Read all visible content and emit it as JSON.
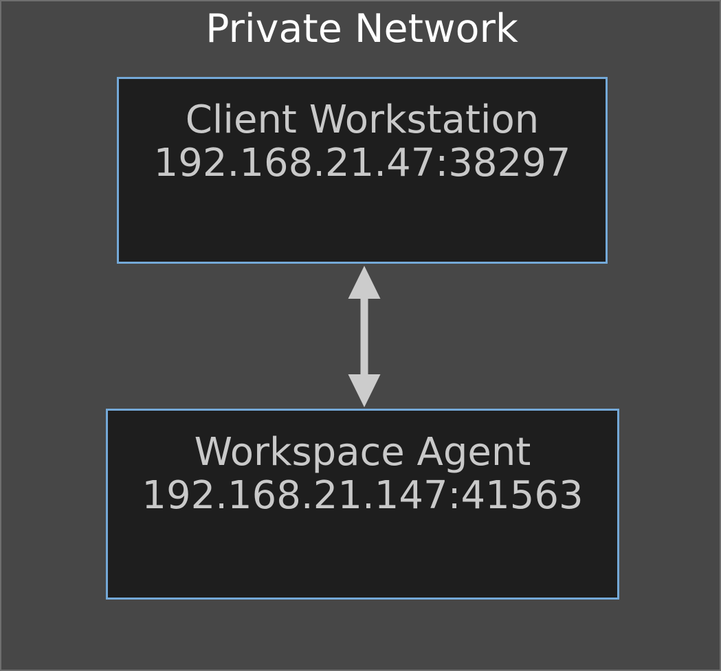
{
  "diagram": {
    "title": "Private Network",
    "background_color": "#474747",
    "outer_border_color": "#6e6e6e",
    "title_color": "#ffffff",
    "node_fill_color": "#1e1e1e",
    "node_border_color": "#74a9d8",
    "node_text_color": "#c9c9c9",
    "connector_color": "#cccccc",
    "nodes": [
      {
        "id": "client-workstation",
        "name": "Client Workstation",
        "address": "192.168.21.47:38297"
      },
      {
        "id": "workspace-agent",
        "name": "Workspace Agent",
        "address": "192.168.21.147:41563"
      }
    ],
    "connector": {
      "type": "bidirectional-arrow",
      "from": "client-workstation",
      "to": "workspace-agent",
      "label": ""
    }
  }
}
